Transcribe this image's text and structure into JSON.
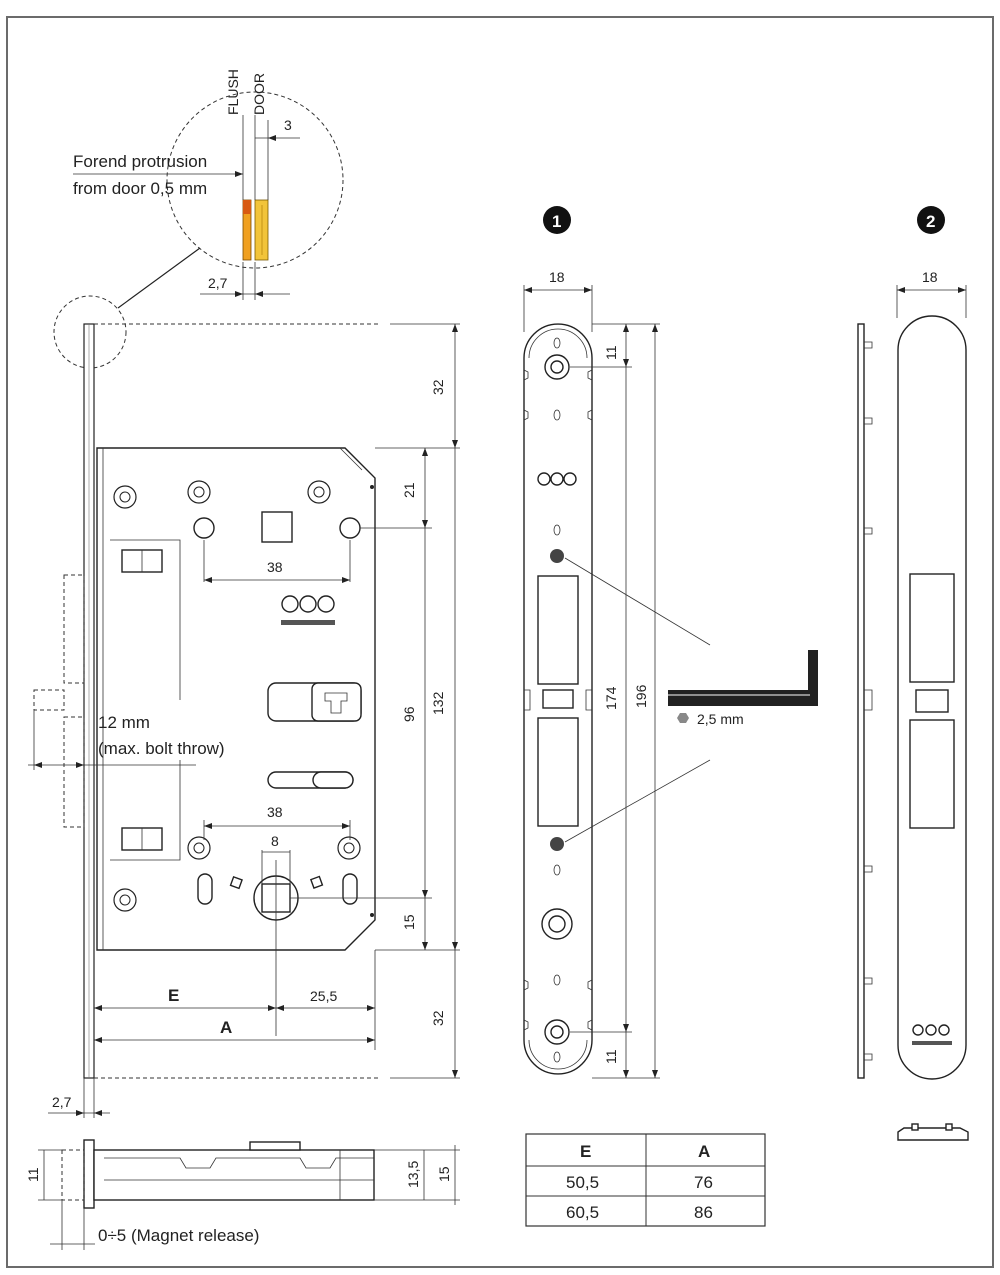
{
  "callout": {
    "flush": "FLUSH",
    "door": "DOOR",
    "three": "3",
    "protrusion_line1": "Forend protrusion",
    "protrusion_line2": "from door 0,5 mm",
    "two_seven_top": "2,7"
  },
  "lock_dims": {
    "d32_top": "32",
    "d21": "21",
    "d38_top": "38",
    "d96": "96",
    "d132": "132",
    "d38_bottom": "38",
    "d8": "8",
    "d15_right": "15",
    "d32_bottom": "32",
    "E": "E",
    "d25_5": "25,5",
    "A": "A",
    "two_seven_bottom": "2,7",
    "bolt_line1": "12 mm",
    "bolt_line2": "(max. bolt throw)"
  },
  "section_dims": {
    "d11": "11",
    "d13_5": "13,5",
    "d15": "15",
    "magnet": "0÷5 (Magnet release)"
  },
  "plate1": {
    "badge": "1",
    "width": "18",
    "d11_top": "11",
    "d174": "174",
    "d196": "196",
    "d11_bottom": "11",
    "hex_key": "2,5 mm"
  },
  "plate2": {
    "badge": "2",
    "width": "18"
  },
  "table": {
    "headers": [
      "E",
      "A"
    ],
    "rows": [
      [
        "50,5",
        "76"
      ],
      [
        "60,5",
        "86"
      ]
    ]
  }
}
